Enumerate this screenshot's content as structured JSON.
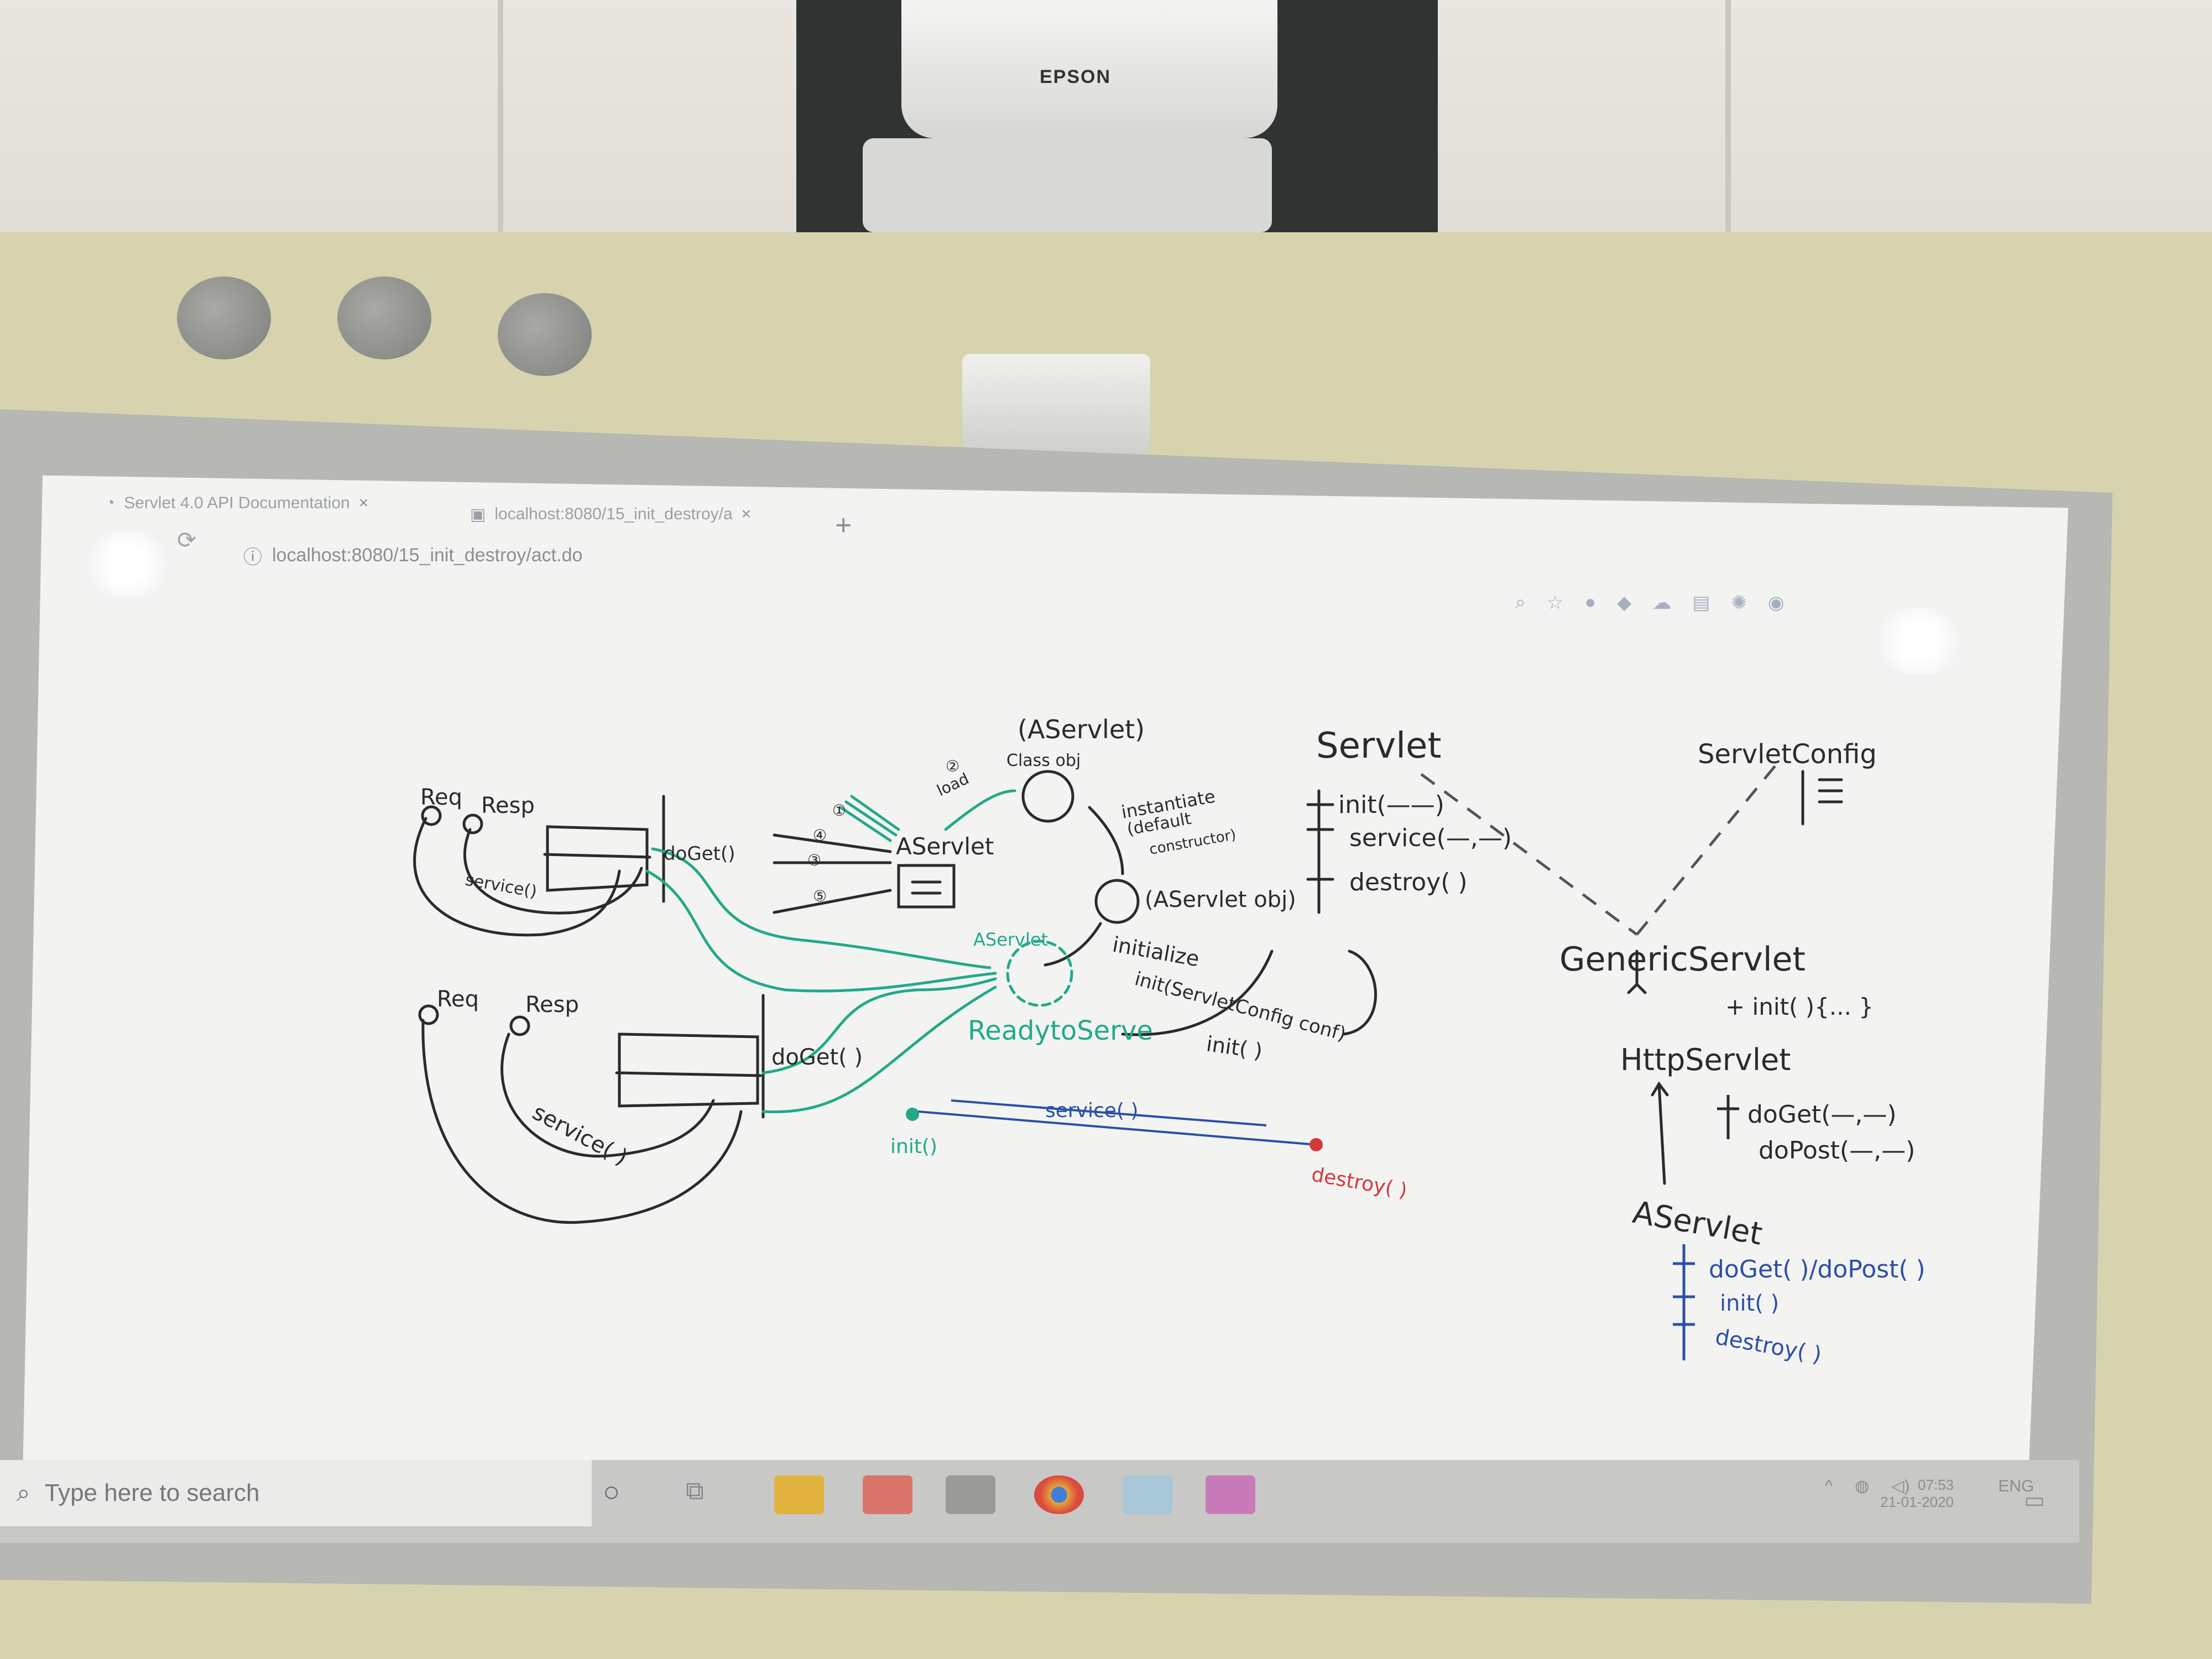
{
  "projector": {
    "brand": "EPSON"
  },
  "browser": {
    "tabs": [
      {
        "title": "Servlet 4.0 API Documentation",
        "close": "×"
      },
      {
        "title": "localhost:8080/15_init_destroy/a",
        "close": "×"
      }
    ],
    "new_tab": "+",
    "url": "localhost:8080/15_init_destroy/act.do"
  },
  "taskbar": {
    "search_placeholder": "Type here to search",
    "tray_language": "ENG",
    "clock_time": "07:53",
    "clock_date": "21-01-2020",
    "apps": [
      "cortana-icon",
      "task-view-icon",
      "file-explorer-icon",
      "paint-icon",
      "window-icon",
      "chrome-icon",
      "notepad-icon",
      "pen-icon"
    ]
  },
  "board": {
    "left_top": {
      "req": "Req",
      "resp": "Resp",
      "doget": "doGet()",
      "service": "service()"
    },
    "left_bottom": {
      "req": "Req",
      "resp": "Resp",
      "doget": "doGet( )",
      "service": "service( )"
    },
    "markers": [
      "①",
      "②",
      "③",
      "④",
      "⑤"
    ],
    "center": {
      "class_name": "(AServlet)",
      "class_obj": "Class obj",
      "load": "load",
      "aservlet": "AServlet",
      "instantiate": "instantiate",
      "default_ctor": "(default",
      "constructor": "constructor)",
      "obj_label": "(AServlet obj)",
      "initialize": "initialize",
      "init_conf": "init(ServletConfig conf)",
      "init_call": "init( )",
      "ready_small": "AServlet",
      "ready": "ReadytoServe"
    },
    "lifecycle": {
      "service": "service( )",
      "init": "init()",
      "destroy": "destroy( )"
    },
    "hierarchy": {
      "servlet": "Servlet",
      "servlet_methods": [
        "init(——)",
        "service(—,—)",
        "destroy( )"
      ],
      "servlet_config": "ServletConfig",
      "generic": "GenericServlet",
      "generic_method": "+ init( ){... }",
      "http": "HttpServlet",
      "http_methods": [
        "doGet(—,—)",
        "doPost(—,—)"
      ],
      "aservlet": "AServlet",
      "aservlet_methods": [
        "doGet( )/doPost( )",
        "init( )",
        "destroy( )"
      ]
    }
  },
  "colors": {
    "ink_black": "#2b2b2b",
    "ink_green": "#23a98a",
    "ink_blue": "#2c4fa8",
    "ink_red": "#d23a3a"
  }
}
